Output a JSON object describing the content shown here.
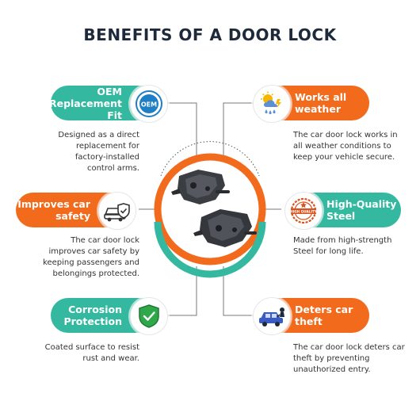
{
  "title": "BENEFITS OF A DOOR LOCK",
  "benefits": {
    "oem": {
      "label": "OEM Replacement Fit",
      "badge": "OEM",
      "desc": "Designed as a direct replacement for factory-installed control arms."
    },
    "weather": {
      "label": "Works all weather",
      "desc": "The car door lock works in all weather conditions to keep your vehicle secure."
    },
    "safety": {
      "label": "Improves car safety",
      "desc": "The car door lock improves car safety by keeping passengers and belongings protected."
    },
    "steel": {
      "label": "High-Quality Steel",
      "badge": "HIGH QUALITY",
      "desc": "Made from high-strength Steel for long life."
    },
    "corrosion": {
      "label": "Corrosion Protection",
      "desc": "Coated surface to resist rust and wear."
    },
    "theft": {
      "label": "Deters car theft",
      "desc": "The car door lock deters car theft by preventing unauthorized entry."
    }
  },
  "colors": {
    "teal": "#34b9a0",
    "orange": "#f26a1b",
    "title": "#1e2a3a",
    "line": "#7a7a7a"
  },
  "icons": {
    "oem": "oem-stamp-icon",
    "weather": "weather-icon",
    "safety": "car-shield-icon",
    "steel": "quality-badge-icon",
    "corrosion": "shield-check-icon",
    "theft": "car-thief-icon",
    "center": "door-lock-product-image"
  }
}
